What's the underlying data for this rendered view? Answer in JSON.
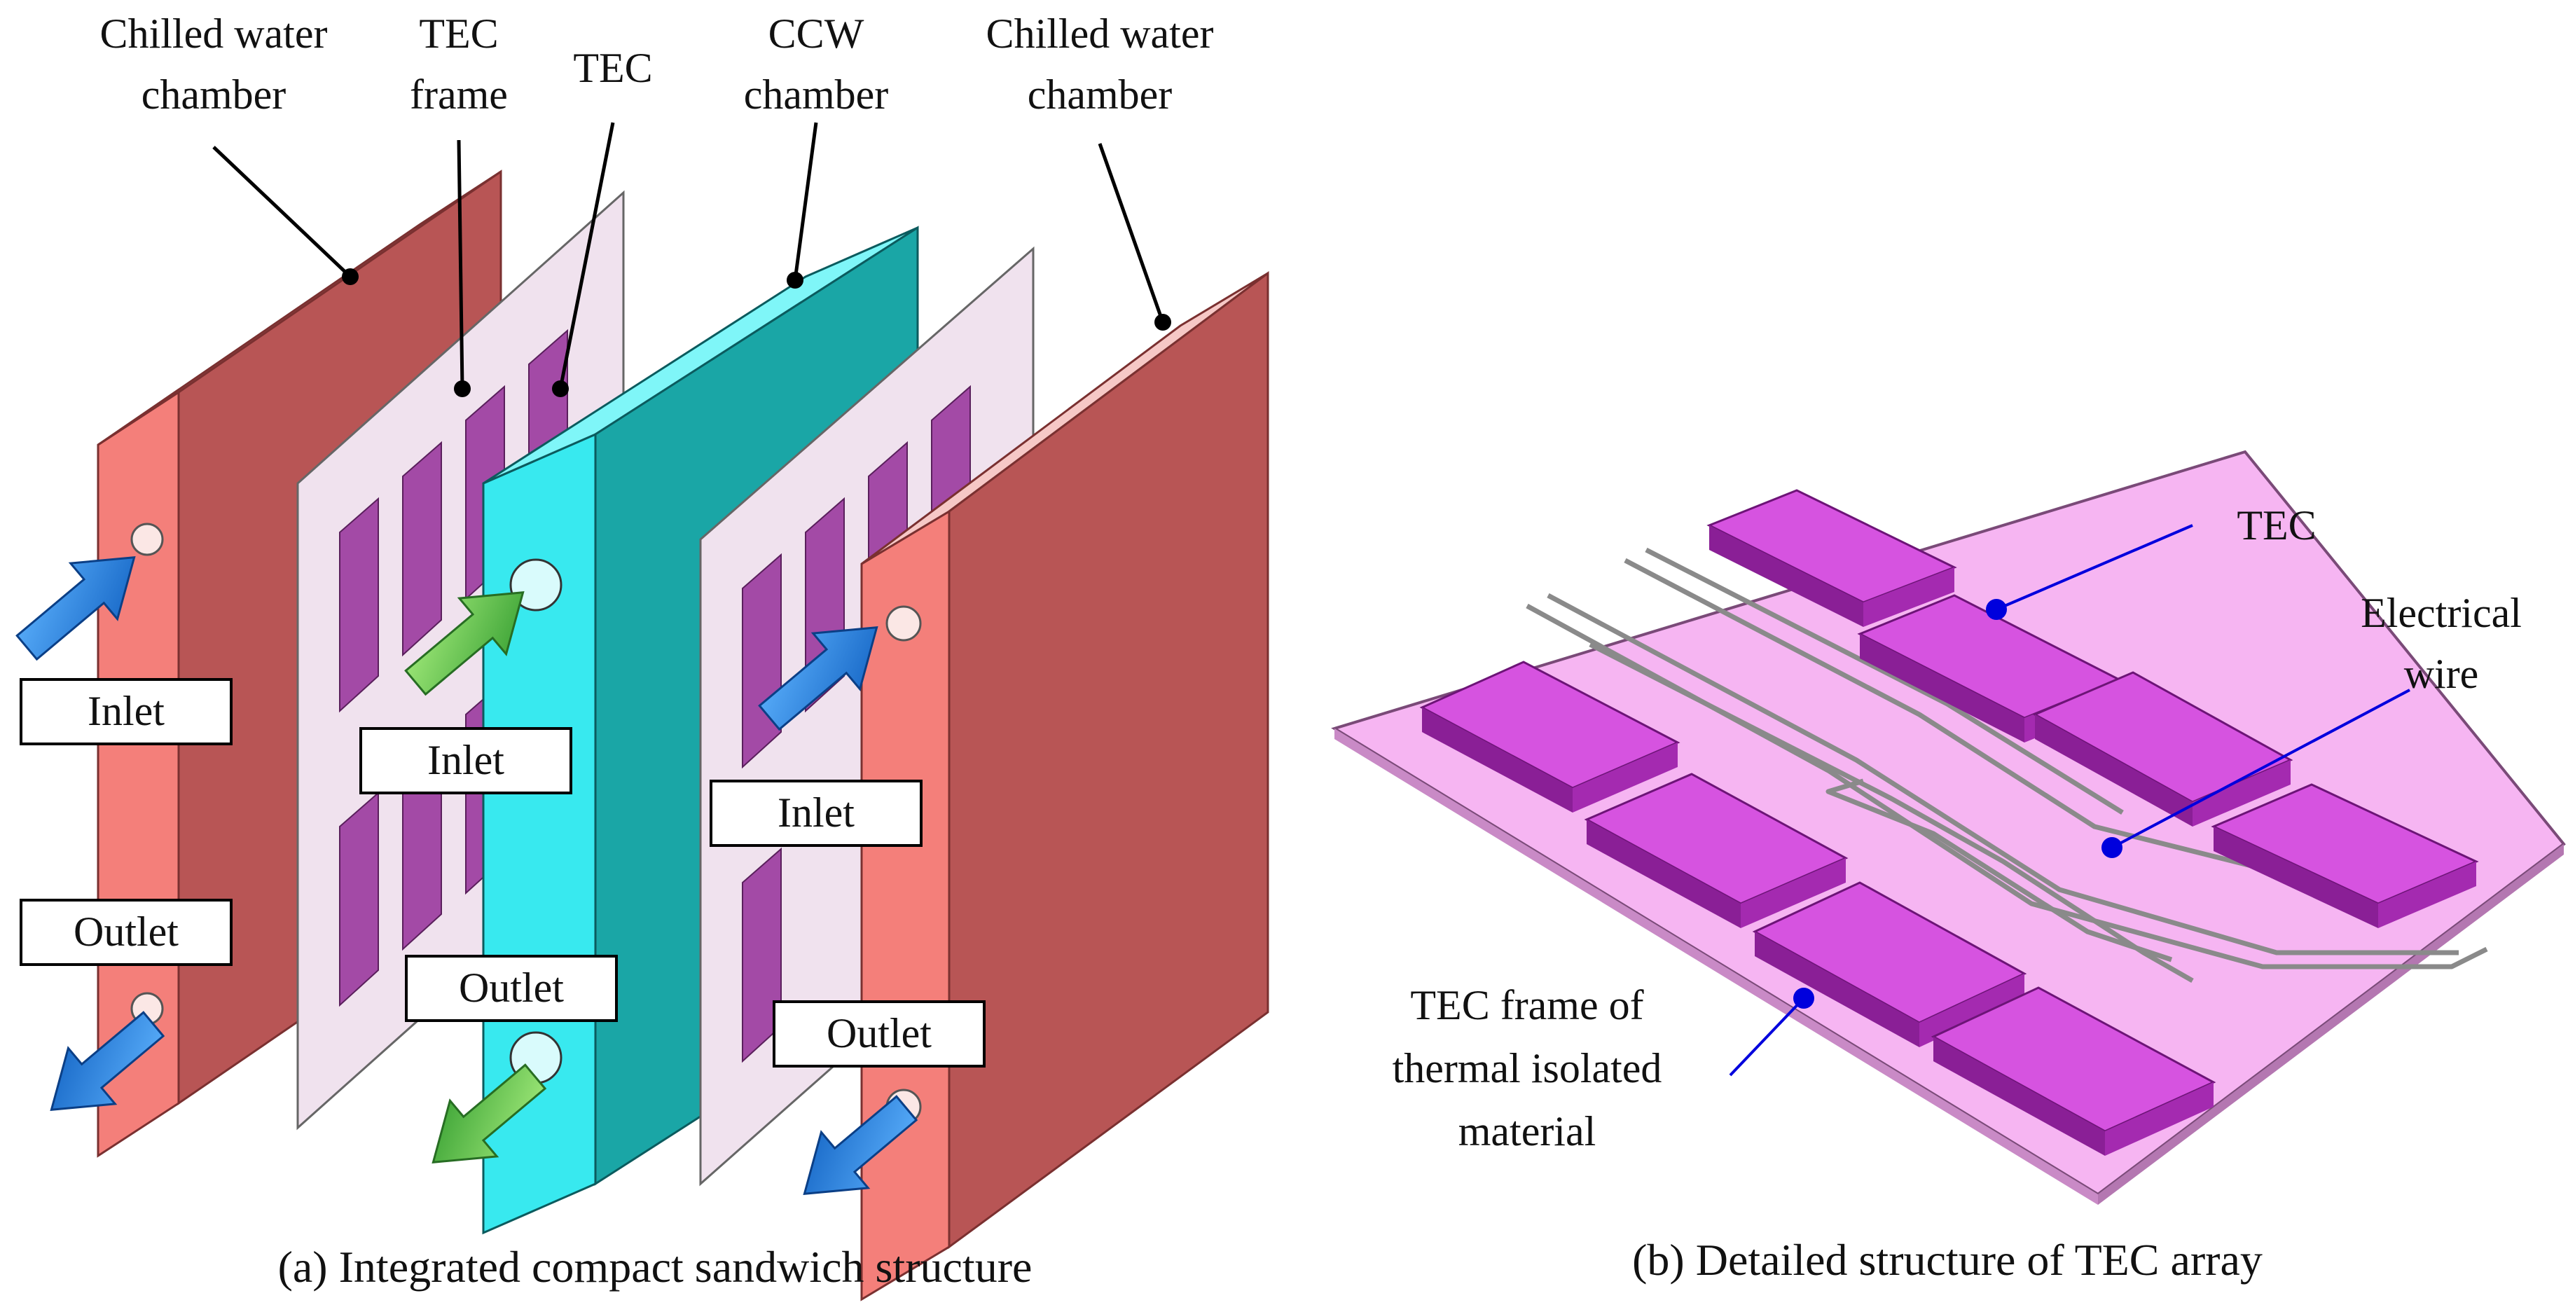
{
  "panel_a": {
    "callouts": {
      "chilled_left": [
        "Chilled water",
        "chamber"
      ],
      "tec_frame": [
        "TEC",
        "frame"
      ],
      "tec": "TEC",
      "ccw": [
        "CCW",
        "chamber"
      ],
      "chilled_right": [
        "Chilled water",
        "chamber"
      ]
    },
    "boxes": {
      "inlet_1": "Inlet",
      "outlet_1": "Outlet",
      "inlet_2": "Inlet",
      "outlet_2": "Outlet",
      "inlet_3": "Inlet",
      "outlet_3": "Outlet"
    },
    "caption": "(a) Integrated compact sandwich structure"
  },
  "panel_b": {
    "callouts": {
      "tec": "TEC",
      "wire": [
        "Electrical",
        "wire"
      ],
      "frame": [
        "TEC frame of",
        "thermal isolated",
        "material"
      ]
    },
    "caption": "(b) Detailed structure of TEC array"
  },
  "colors": {
    "chilled_front": "#b85555",
    "chilled_side": "#f47f7a",
    "chilled_top": "#f6c8c6",
    "frame_plate": "#f0e2ee",
    "tec_purple": "#a34aa6",
    "ccw_front": "#1aa6a6",
    "ccw_side": "#38e9ef",
    "arrow_blue": "#1f78d6",
    "arrow_green": "#4fb54a",
    "board_pink": "#f6b5f2",
    "tec_magenta": "#cc33d9",
    "callout_blue": "#0000dd"
  }
}
